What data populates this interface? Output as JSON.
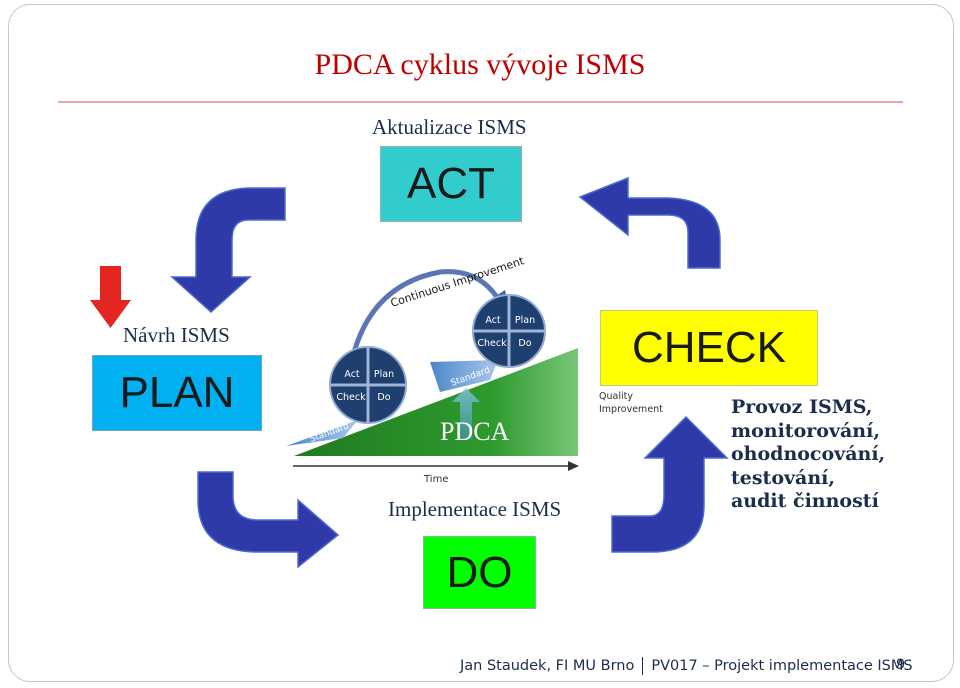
{
  "slide": {
    "title": "PDCA cyklus vývoje ISMS",
    "act": {
      "caption": "Aktualizace ISMS",
      "label": "ACT"
    },
    "plan": {
      "caption": "Návrh ISMS",
      "label": "PLAN"
    },
    "check": {
      "label": "CHECK",
      "description": [
        "Provoz ISMS,",
        "monitorování,",
        "ohodnocování,",
        "testování,",
        "audit činností"
      ]
    },
    "do": {
      "caption": "Implementace ISMS",
      "label": "DO"
    }
  },
  "diagram": {
    "continuous_improvement": "Continuous Improvement",
    "wheel_small": {
      "act": "Act",
      "plan": "Plan",
      "check": "Check",
      "do": "Do"
    },
    "wheel_large": {
      "act": "Act",
      "plan": "Plan",
      "check": "Check",
      "do": "Do"
    },
    "standard_low": "Standard",
    "standard_high": "Standard",
    "pdca": "PDCA",
    "time": "Time",
    "quality_line1": "Quality",
    "quality_line2": "Improvement"
  },
  "colors": {
    "title": "#c00000",
    "arrow_blue": "#2f3aa8",
    "arrow_red": "#e32620",
    "wheel": "#1f3f6e",
    "ramp_green": "#2e8b2e"
  },
  "footer": {
    "author": "Jan Staudek, FI MU Brno",
    "course": "PV017 – Projekt implementace ISMS",
    "page": "9"
  }
}
